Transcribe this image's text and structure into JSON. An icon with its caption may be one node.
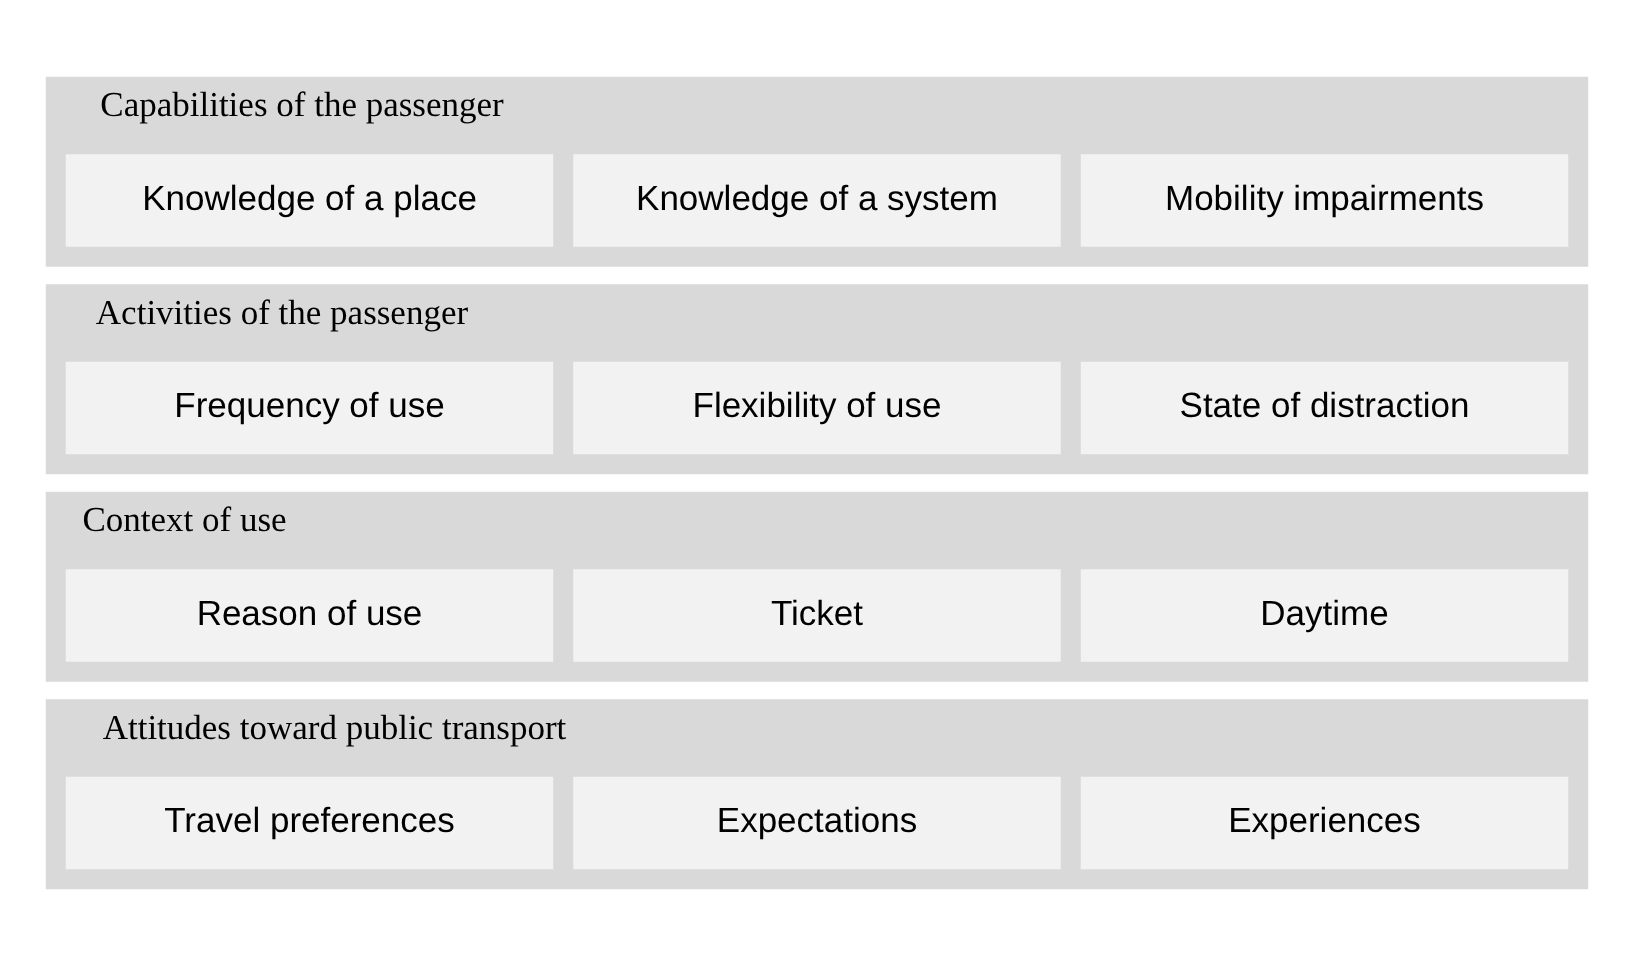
{
  "diagram": {
    "nodes": [
      {
        "text": [
          "Capabilities of the passenger"
        ]
      },
      {
        "text": [
          "Knowledge of a place"
        ],
        "in": 0
      },
      {
        "text": [
          "Knowledge of a system"
        ],
        "in": 0
      },
      {
        "text": [
          "Mobility impairments"
        ],
        "in": 0
      },
      {
        "text": [
          "Activities of the passenger"
        ]
      },
      {
        "text": [
          "Frequency of use"
        ],
        "in": 4
      },
      {
        "text": [
          "Flexibility of use"
        ],
        "in": 4
      },
      {
        "text": [
          "State of distraction"
        ],
        "in": 4
      },
      {
        "text": [
          "Context of use"
        ]
      },
      {
        "text": [
          "Reason of use"
        ],
        "in": 8
      },
      {
        "text": [
          "Ticket"
        ],
        "in": 8
      },
      {
        "text": [
          "Daytime"
        ],
        "in": 8
      },
      {
        "text": [
          "Attitudes toward public transport"
        ]
      },
      {
        "text": [
          "Travel preferences"
        ],
        "in": 12
      },
      {
        "text": [
          "Expectations"
        ],
        "in": 12
      },
      {
        "text": [
          "Experiences"
        ],
        "in": 12
      }
    ]
  }
}
